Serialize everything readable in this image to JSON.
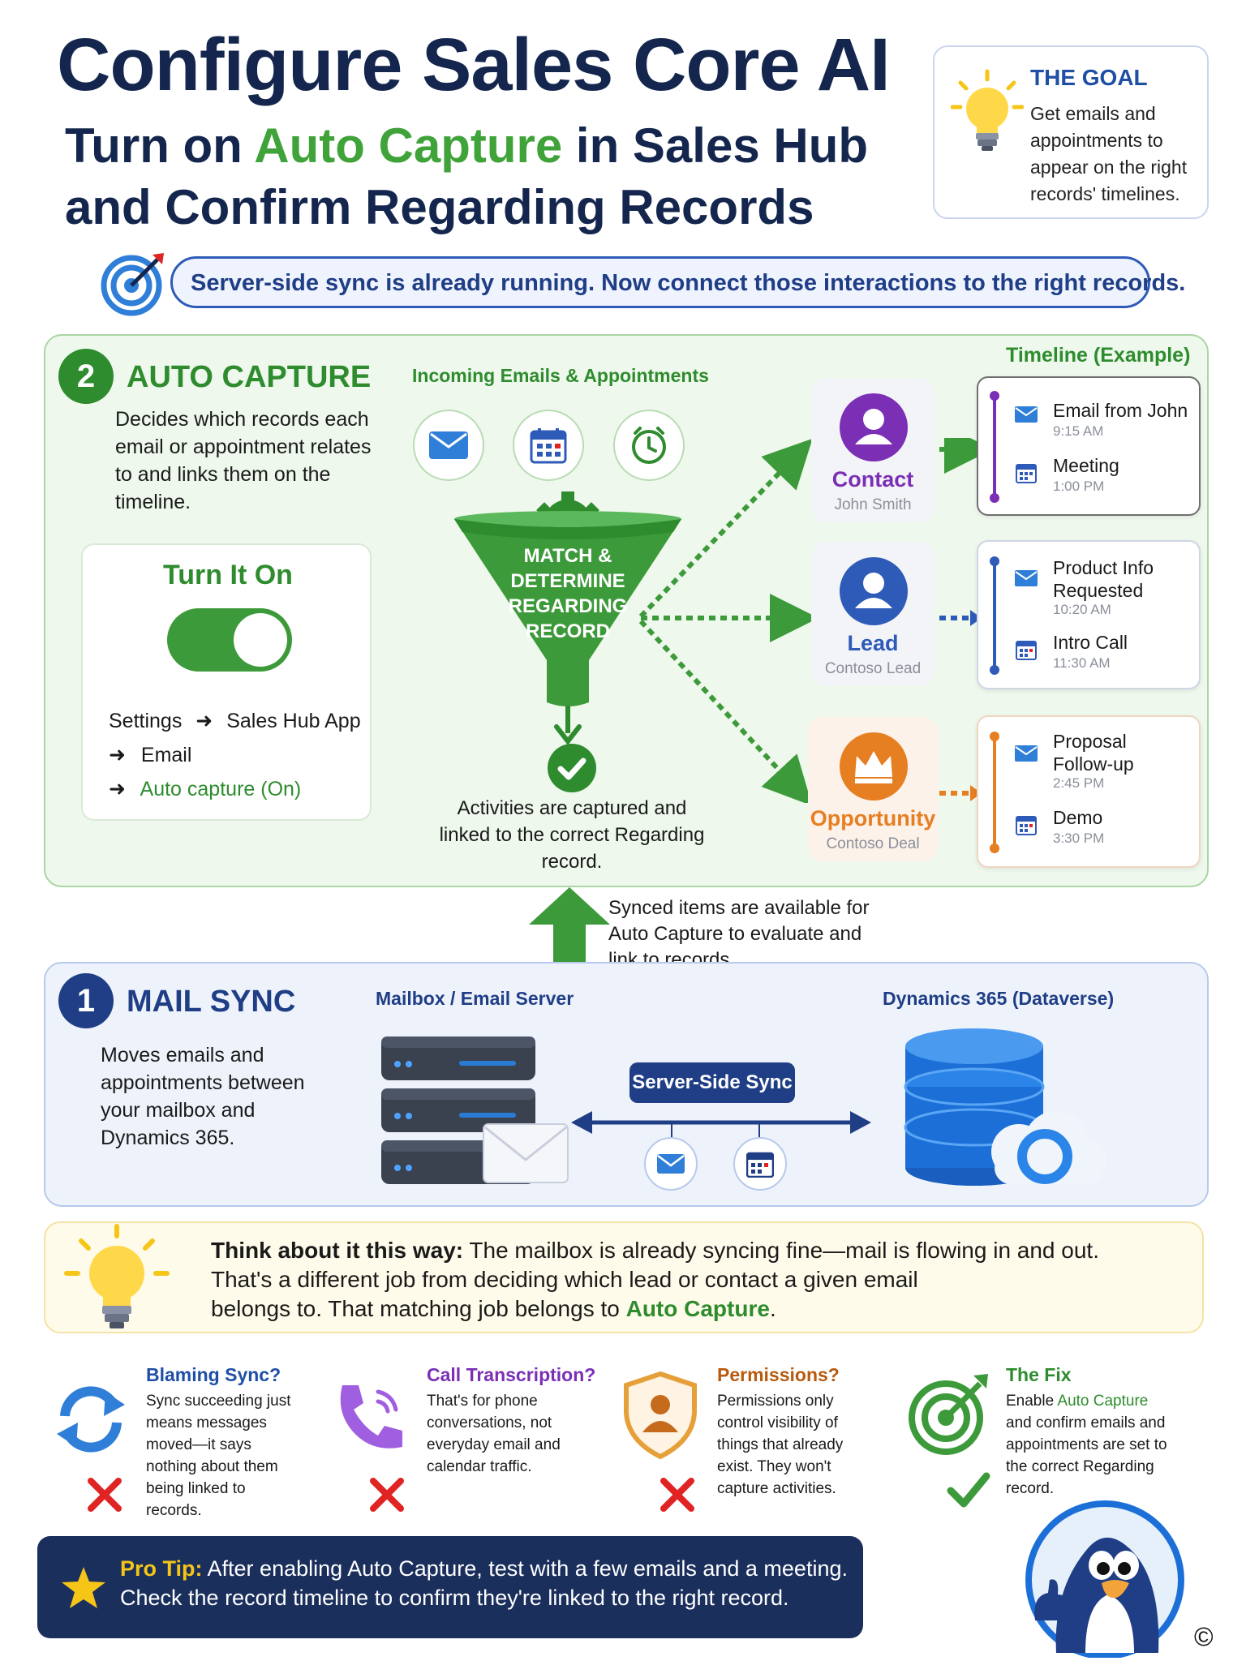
{
  "header": {
    "title": "Configure Sales Core AI",
    "subtitle_pre": "Turn on ",
    "subtitle_highlight": "Auto Capture",
    "subtitle_post": " in Sales Hub",
    "subtitle_line2": "and Confirm Regarding Records"
  },
  "goal": {
    "title": "THE GOAL",
    "text": "Get emails and appointments to appear on the right records' timelines."
  },
  "banner": {
    "text": "Server-side sync is already running. Now connect those interactions to the right records."
  },
  "auto_capture": {
    "step": "2",
    "title": "AUTO CAPTURE",
    "description": "Decides which records each email or appointment relates to and links them on the timeline.",
    "turn_on_title": "Turn It On",
    "settings_path": [
      "Settings",
      "Sales Hub App",
      "Email",
      "Auto capture (On)"
    ],
    "incoming_label": "Incoming Emails & Appointments",
    "funnel_text": "MATCH & DETERMINE REGARDING RECORD",
    "captured_text": "Activities are captured and linked to the correct Regarding record.",
    "timeline_label": "Timeline (Example)",
    "records": [
      {
        "type": "Contact",
        "name": "John Smith",
        "color": "#7b2fb5",
        "timeline": [
          {
            "title": "Email from John",
            "time": "9:15 AM",
            "icon": "email-icon"
          },
          {
            "title": "Meeting",
            "time": "1:00 PM",
            "icon": "calendar-icon"
          }
        ]
      },
      {
        "type": "Lead",
        "name": "Contoso Lead",
        "color": "#2f5bb8",
        "timeline": [
          {
            "title": "Product Info Requested",
            "time": "10:20 AM",
            "icon": "email-icon"
          },
          {
            "title": "Intro Call",
            "time": "11:30 AM",
            "icon": "calendar-icon"
          }
        ]
      },
      {
        "type": "Opportunity",
        "name": "Contoso Deal",
        "color": "#e67e22",
        "timeline": [
          {
            "title": "Proposal Follow-up",
            "time": "2:45 PM",
            "icon": "email-icon"
          },
          {
            "title": "Demo",
            "time": "3:30 PM",
            "icon": "calendar-icon"
          }
        ]
      }
    ]
  },
  "sync_note": "Synced items are available for Auto Capture to evaluate and link to records.",
  "mail_sync": {
    "step": "1",
    "title": "MAIL SYNC",
    "description": "Moves emails and appointments between your mailbox and Dynamics 365.",
    "mailbox_label": "Mailbox / Email Server",
    "dynamics_label": "Dynamics 365 (Dataverse)",
    "sync_label": "Server-Side Sync"
  },
  "think": {
    "lead": "Think about it this way:",
    "line1": " The mailbox is already syncing fine—mail is flowing in and out.",
    "line2": "That's a different job from deciding which lead or contact a given email",
    "line3_pre": "belongs to. That matching job belongs to ",
    "line3_highlight": "Auto Capture",
    "line3_post": "."
  },
  "myths": [
    {
      "title": "Blaming Sync?",
      "text": "Sync succeeding just means messages moved—it says nothing about them being linked to records.",
      "verdict": "wrong"
    },
    {
      "title": "Call Transcription?",
      "text": "That's for phone conversations, not everyday email and calendar traffic.",
      "verdict": "wrong"
    },
    {
      "title": "Permissions?",
      "text": "Permissions only control visibility of things that already exist. They won't capture activities.",
      "verdict": "wrong"
    }
  ],
  "fix": {
    "title": "The Fix",
    "text_pre": "Enable ",
    "text_highlight": "Auto Capture",
    "text_post": " and confirm emails and appointments are set to the correct Regarding record.",
    "verdict": "right"
  },
  "pro_tip": {
    "label": "Pro Tip:",
    "line1": " After enabling Auto Capture, test with a few emails and a meeting.",
    "line2": "Check the record timeline to confirm they're linked to the right record."
  },
  "copyright": "©",
  "colors": {
    "navy": "#14264d",
    "green": "#3fa33a",
    "blue": "#2f5bb8",
    "red": "#e02424",
    "orange": "#e67e22",
    "purple": "#7b2fb5"
  }
}
